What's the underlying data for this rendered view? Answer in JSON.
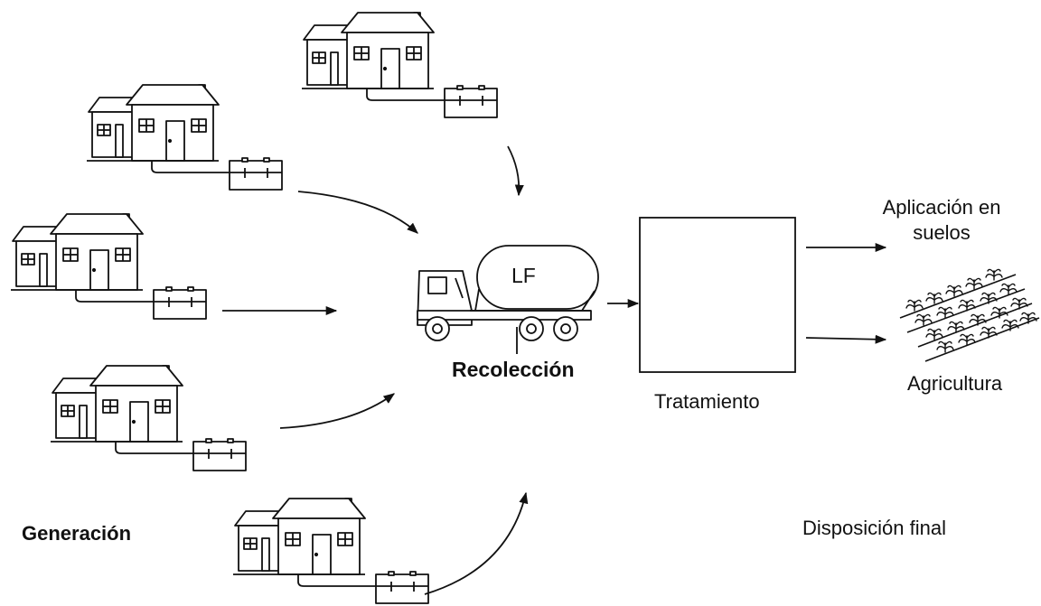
{
  "labels": {
    "generation": "Generación",
    "collection": "Recolección",
    "tank": "LF",
    "treatment": "Tratamiento",
    "soil_line1": "Aplicación en",
    "soil_line2": "suelos",
    "agriculture": "Agricultura",
    "final_disposal": "Disposición final"
  },
  "icons": {
    "house": "house-icon",
    "septic_tank": "septic-tank-icon",
    "truck": "tanker-truck-icon",
    "crops": "crop-field-icon"
  }
}
